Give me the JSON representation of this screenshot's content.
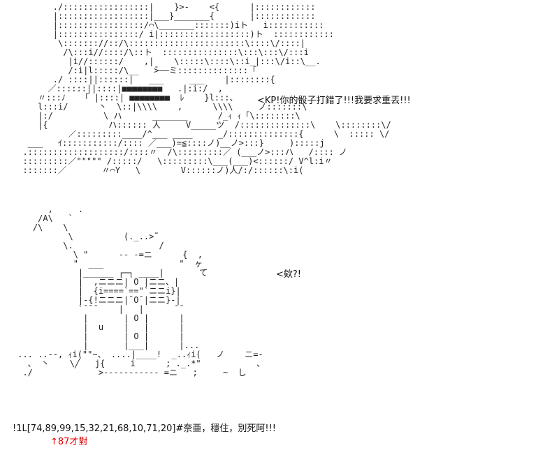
{
  "art": {
    "top": "        ./:::::::::::::::::|    }>-    <{      |::::::::::::\n        |::::::::::::::::::|___}_______{       |::::::::::::\n        |:::::::::::::::::/⌒\\_______:::::::)iト   i:::::::::::\n        |::::::::::::::::/ i|::::::::::::::::::)ト  ::::::::::::\n         \\::::::://::/\\:::::::::::::::::::::::\\::::\\/::::|\n          /\\:::i//::::/\\::ト  :::::::::::::::\\:::\\:::\\/:::i\n           |i//::::::/    ,|    \\:::::\\::::\\::i_|:::\\/i::\\__.\n           /:i|l:::::/\\__   ̄>――ミ::::::::::::::「\n        ./ ::::||::::::|   ___     ___    |::::::::{\n       ／::::::||::::|■■■■■■■■   .|:i:/  ,\n     〃:::ﾉ   「 |::::| ■■■■■■■■  ﾚ    }l:::、\n     l:::i/      丶  \\::|\\\\\\\\    ,      \\\\\\\\     ノ:::::::\\\n     |:/          \\ ハ      _______      /_ｨ ｨ「\\::::::::\\\n     |{            ハ:::::: 人     V_____ツ  /::::::::::::::\\    \\::::::::\\/\n           ／:::::::::____/^___ ____     _/::::::::::::::{      \\  ::::: \\/\n   ___   ｲ:::::::::::/:::: ／___)=≦::::ノ)__ノ>:::}     ):::::j\n  .:::::::::::::::::::/::::〃  /\\:::::::::／ (___ノ>:::ハ   /:::: ノ\n  :::::::::／\"\"\"\"\" /:::::/   \\:::::::::\\___(___)<::::::/ V^l:i〃\n  :::::::／       〃⌒Y   \\        V::::::ノ)人/:/::::::\\:i(",
    "bottom": "       ,     .\n     /A\\   `\n    /\\    \\\n           \\          (._..>˜\n          \\.                 /\n            \\ \"      -- -=ニ      {  ,\n            \"  ___               \"  ヶ\n             |______ ┌─┐ ____|       て\n             |  ,ニニニ| O |ニニ、|\n             |  {i====`==\"`ニニi}|\n             |-{!ニニニ|¯O¯|ニニ}-|\n             `¯¯¯    |   |      ¯¯\n              |       | O |      |\n              |  u    |   |      |\n              |       | O |      |\n              |       |___|      |...\n ... ..--, ｨi(\"\"~、 ....|____!  _..ｨi(   ノ    ニ=-\n   、 丶    \\╱   j{     i      ; ._.*\"           、\n  ./             >----------- =ニ   ;     ~  し"
  },
  "speech_1": "<KP!你的骰子打錯了!!!我要求重丟!!!",
  "speech_2": "<欸?!",
  "caption": "!1L[74,89,99,15,32,21,68,10,71,20]#奈亜，穩住，別死阿!!!",
  "note": {
    "arrow": "↑",
    "text": "87才對"
  }
}
